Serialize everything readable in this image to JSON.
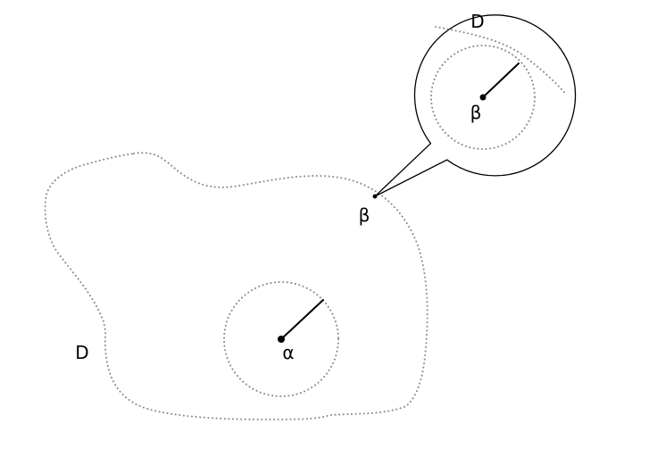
{
  "labels": {
    "region": "D",
    "region_zoom": "D",
    "interior_point": "α",
    "boundary_point": "β",
    "boundary_point_zoom": "β"
  }
}
